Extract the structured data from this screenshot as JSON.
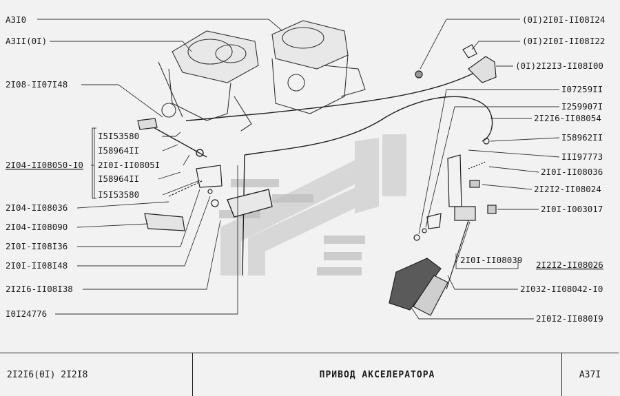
{
  "part_labels": {
    "a310": "A3I0",
    "a311": "A3II(0I)",
    "p2108_1107148": "2I08-II07I48",
    "p151535_a": "I5I53580",
    "p158964_a": "I58964II",
    "p2101_1108051": "2I0I-II0805I",
    "p158964_b": "I58964II",
    "p151535_b": "I5I53580",
    "p2104_1108050": "2I04-II08050-I0",
    "p2104_1108036": "2I04-II08036",
    "p2104_1108090": "2I04-II08090",
    "p2101_1108136": "2I0I-II08I36",
    "p2101_1108148": "2I0I-II08I48",
    "p21216_1108138": "2I2I6-II08I38",
    "p10124776": "I0I24776",
    "r01_2101_1108124": "(0I)2I0I-II08I24",
    "r01_2101_1108122": "(0I)2I0I-II08I22",
    "r01_21213_1108100": "(0I)2I2I3-II08I00",
    "r107259": "I07259II",
    "r125990": "I259907I",
    "r21216_1108054": "2I2I6-II08054",
    "r158962": "I58962II",
    "r111977": "III97773",
    "r2101_1108036": "2I0I-II08036",
    "r21212_1108024": "2I2I2-II08024",
    "r2101_1003017": "2I0I-I003017",
    "r2101_1108039": "2I0I-II08039",
    "r21212_1108026": "2I2I2-II08026",
    "r21032_1108042": "2I032-II08042-I0",
    "r21012_1108019": "2I0I2-II080I9"
  },
  "footer": {
    "models": "2I2I6(0I)  2I2I8",
    "title": "ПРИВОД  АКСЕЛЕРАТОРА",
    "page": "A37I"
  }
}
